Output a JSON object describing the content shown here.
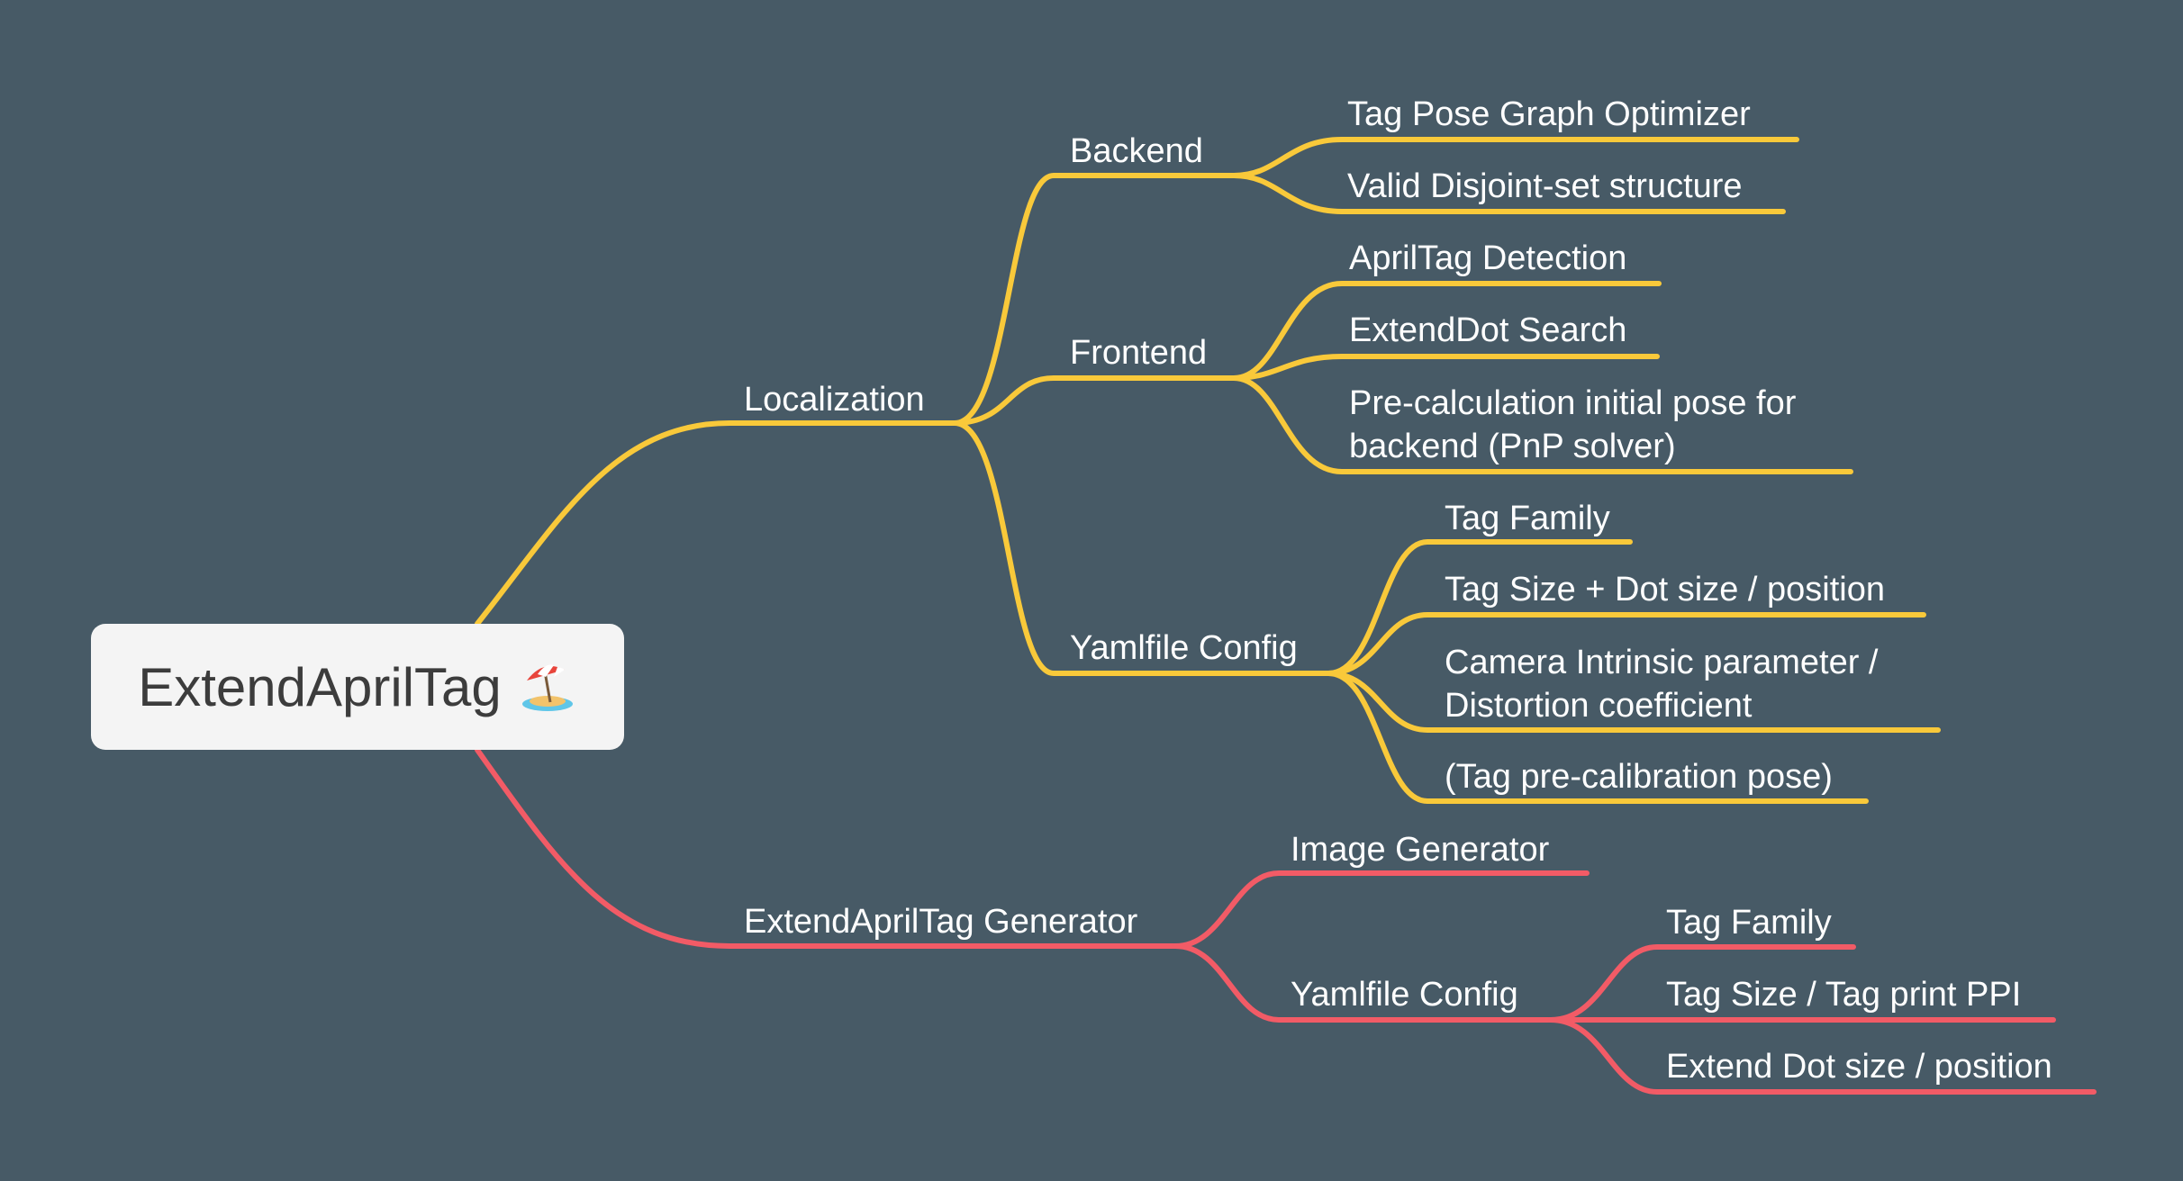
{
  "root": {
    "title": "ExtendAprilTag",
    "icon": "beach-umbrella-icon"
  },
  "colors": {
    "background": "#475a66",
    "branch_localization": "#f9c93a",
    "branch_generator": "#f25b66",
    "root_box": "#f4f4f4"
  },
  "localization": {
    "label": "Localization",
    "backend": {
      "label": "Backend",
      "items": [
        "Tag Pose Graph Optimizer",
        "Valid Disjoint-set structure"
      ]
    },
    "frontend": {
      "label": "Frontend",
      "items": [
        "AprilTag Detection",
        "ExtendDot Search"
      ],
      "precalc_line1": "Pre-calculation initial pose for",
      "precalc_line2": "backend (PnP solver)"
    },
    "yaml": {
      "label": "Yamlfile Config",
      "items": [
        "Tag Family",
        "Tag Size + Dot size / position"
      ],
      "camera_line1": "Camera Intrinsic parameter  /",
      "camera_line2": "Distortion coefficient",
      "last": "(Tag pre-calibration pose)"
    }
  },
  "generator": {
    "label": "ExtendAprilTag Generator",
    "image_generator": "Image Generator",
    "yaml": {
      "label": "Yamlfile Config",
      "items": [
        "Tag Family",
        "Tag Size / Tag print PPI",
        "Extend Dot size / position"
      ]
    }
  }
}
